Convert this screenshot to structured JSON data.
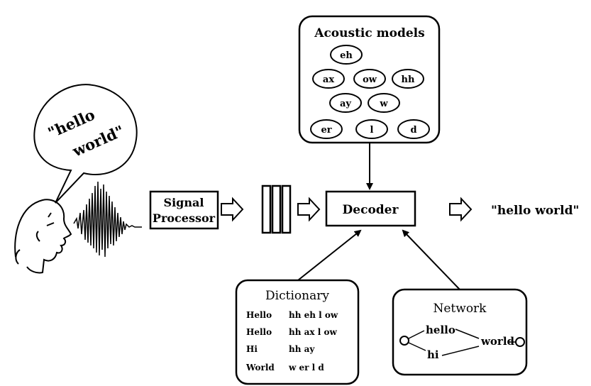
{
  "speech_bubble": {
    "line1": "\"hello",
    "line2": "world\""
  },
  "signal_processor": {
    "line1": "Signal",
    "line2": "Processor"
  },
  "decoder": {
    "label": "Decoder"
  },
  "output": {
    "text": "\"hello world\""
  },
  "acoustic_models": {
    "title": "Acoustic models",
    "phones": [
      "eh",
      "ax",
      "ow",
      "hh",
      "ay",
      "w",
      "er",
      "l",
      "d"
    ]
  },
  "dictionary": {
    "title": "Dictionary",
    "entries": [
      {
        "word": "Hello",
        "pron": "hh eh l ow"
      },
      {
        "word": "Hello",
        "pron": "hh ax l ow"
      },
      {
        "word": "Hi",
        "pron": "hh ay"
      },
      {
        "word": "World",
        "pron": "w er l d"
      }
    ]
  },
  "network": {
    "title": "Network",
    "words": [
      "hello",
      "hi",
      "world"
    ]
  }
}
